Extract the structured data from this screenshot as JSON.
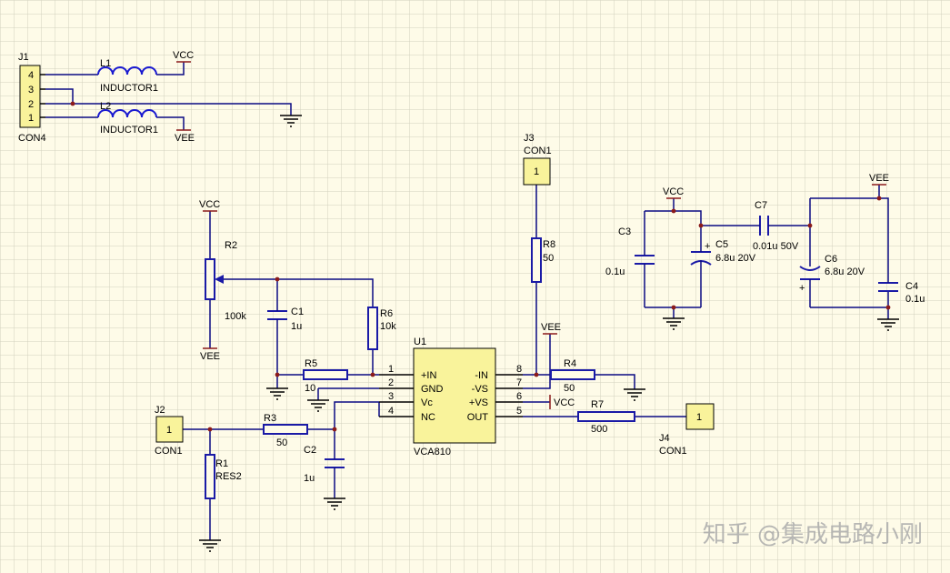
{
  "colors": {
    "background": "#fefbe8",
    "grid": "#d2d0be",
    "wire": "#0a0a82",
    "part": "#1a1aa6",
    "power": "#8b1a1a",
    "pin": "#000000",
    "comp_fill": "#f9f39b",
    "inductor": "#1a1ad0",
    "watermark": "#aaaaaa"
  },
  "j1": {
    "designator": "J1",
    "value": "CON4",
    "pins": [
      "4",
      "3",
      "2",
      "1"
    ]
  },
  "l1": {
    "designator": "L1",
    "value": "INDUCTOR1"
  },
  "l2": {
    "designator": "L2",
    "value": "INDUCTOR1"
  },
  "power": {
    "vcc": "VCC",
    "vee": "VEE"
  },
  "r2": {
    "designator": "R2",
    "value": "100k"
  },
  "c1": {
    "designator": "C1",
    "value": "1u"
  },
  "r6": {
    "designator": "R6",
    "value": "10k"
  },
  "r5": {
    "designator": "R5",
    "value": "10"
  },
  "u1": {
    "designator": "U1",
    "value": "VCA810",
    "left_pins": [
      {
        "num": "1",
        "name": "+IN"
      },
      {
        "num": "2",
        "name": "GND"
      },
      {
        "num": "3",
        "name": "Vc"
      },
      {
        "num": "4",
        "name": "NC"
      }
    ],
    "right_pins": [
      {
        "num": "8",
        "name": "-IN"
      },
      {
        "num": "7",
        "name": "-VS"
      },
      {
        "num": "6",
        "name": "+VS"
      },
      {
        "num": "5",
        "name": "OUT"
      }
    ]
  },
  "j3": {
    "designator": "J3",
    "value": "CON1",
    "pin": "1"
  },
  "r8": {
    "designator": "R8",
    "value": "50"
  },
  "r4": {
    "designator": "R4",
    "value": "50"
  },
  "r7": {
    "designator": "R7",
    "value": "500"
  },
  "j4": {
    "designator": "J4",
    "value": "CON1",
    "pin": "1"
  },
  "j2": {
    "designator": "J2",
    "value": "CON1",
    "pin": "1"
  },
  "r1": {
    "designator": "R1",
    "value": "RES2"
  },
  "r3": {
    "designator": "R3",
    "value": "50"
  },
  "c2": {
    "designator": "C2",
    "value": "1u"
  },
  "c3": {
    "designator": "C3",
    "value": "0.1u"
  },
  "c5": {
    "designator": "C5",
    "value": "6.8u 20V",
    "polarity": "+"
  },
  "c7": {
    "designator": "C7",
    "value": "0.01u 50V"
  },
  "c6": {
    "designator": "C6",
    "value": "6.8u 20V",
    "polarity": "+"
  },
  "c4": {
    "designator": "C4",
    "value": "0.1u"
  },
  "watermark": "知乎 @集成电路小刚"
}
